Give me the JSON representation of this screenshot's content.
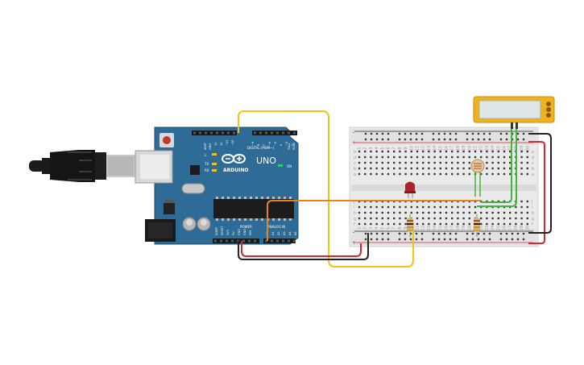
{
  "board": {
    "brand": "ARDUINO",
    "model": "UNO",
    "digital_label": "DIGITAL (PWM~)",
    "power_label": "POWER",
    "analog_label": "ANALOG IN",
    "on_label": "ON",
    "l_label": "L",
    "tx_label": "TX",
    "rx_label": "RX",
    "aref_label": "AREF",
    "gnd_label": "GND",
    "txrx_label": "TX▸1",
    "rxrx_label": "RX◂0",
    "ioref_label": "IOREF",
    "reset_label": "RESET",
    "v33_label": "3V3",
    "v5_label": "5V",
    "vin_label": "VIN",
    "digital_pins": [
      "13",
      "12",
      "~11",
      "~10",
      "~9",
      "8",
      "7",
      "~6",
      "~5",
      "4",
      "~3",
      "2"
    ],
    "analog_pins": [
      "A0",
      "A1",
      "A2",
      "A3",
      "A4",
      "A5"
    ]
  },
  "breadboard": {
    "columns": [
      "1",
      "2",
      "3",
      "4",
      "5",
      "6",
      "7",
      "8",
      "9",
      "10",
      "11",
      "12",
      "13",
      "14",
      "15",
      "16",
      "17",
      "18",
      "19",
      "20",
      "21",
      "22",
      "23",
      "24",
      "25",
      "26",
      "27",
      "28",
      "29",
      "30"
    ],
    "rows_top": [
      "a",
      "b",
      "c",
      "d",
      "e"
    ],
    "rows_bottom": [
      "f",
      "g",
      "h",
      "i",
      "j"
    ],
    "rail_plus": "+",
    "rail_minus": "-"
  },
  "colors": {
    "board": "#2e6b96",
    "wire_yellow": "#f2c318",
    "wire_orange": "#e8821c",
    "wire_green": "#45b43c",
    "wire_red": "#d9262b",
    "wire_black": "#222222",
    "lcd_frame": "#f0b21a",
    "lcd_screen": "#dfe6e8",
    "led": "#b0232a"
  }
}
